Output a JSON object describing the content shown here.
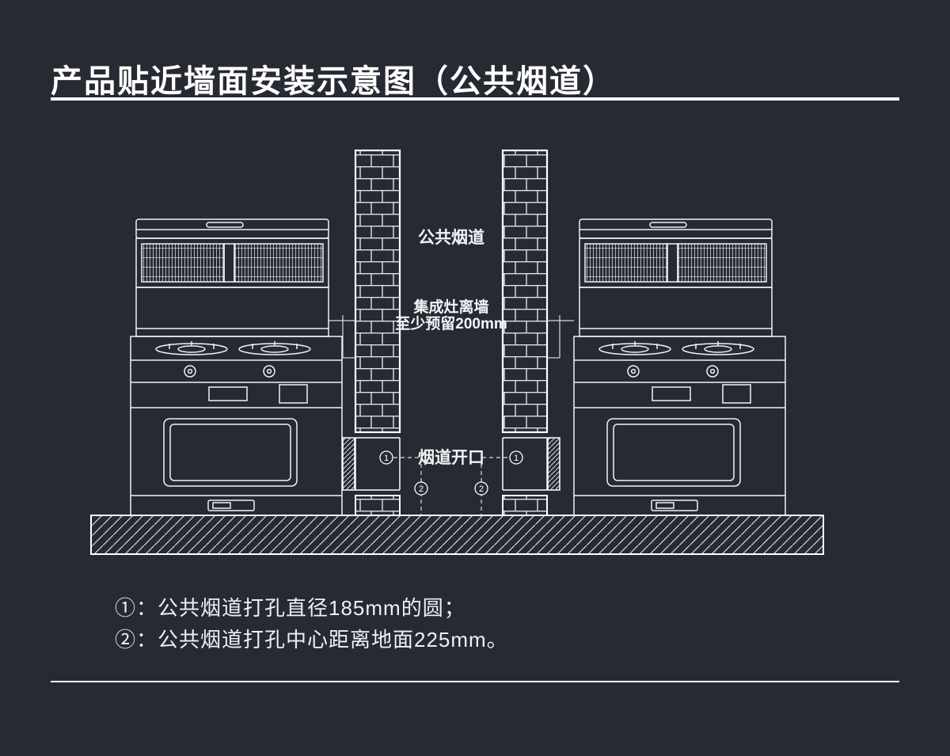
{
  "page": {
    "title": "产品贴近墙面安装示意图（公共烟道）"
  },
  "colors": {
    "background": "#272933",
    "line": "#ffffff"
  },
  "diagram": {
    "labels": {
      "common_flue": "公共烟道",
      "clearance_line1": "集成灶离墙",
      "clearance_line2": "至少预留200mm",
      "flue_opening": "烟道开口"
    },
    "callouts": {
      "c1": "1",
      "c2": "2"
    }
  },
  "notes": {
    "line1": "①：公共烟道打孔直径185mm的圆；",
    "line2": "②：公共烟道打孔中心距离地面225mm。"
  }
}
